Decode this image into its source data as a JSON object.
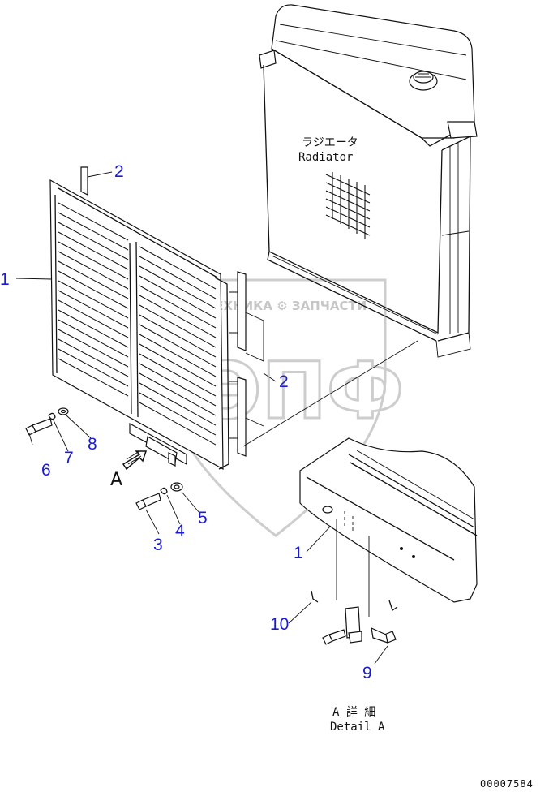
{
  "parts": [
    {
      "id": "1",
      "label": "1"
    },
    {
      "id": "2",
      "label": "2"
    },
    {
      "id": "3",
      "label": "3"
    },
    {
      "id": "4",
      "label": "4"
    },
    {
      "id": "5",
      "label": "5"
    },
    {
      "id": "6",
      "label": "6"
    },
    {
      "id": "7",
      "label": "7"
    },
    {
      "id": "8",
      "label": "8"
    },
    {
      "id": "9",
      "label": "9"
    },
    {
      "id": "10",
      "label": "10"
    }
  ],
  "radiator": {
    "label_jp": "ラジエータ",
    "label_en": "Radiator"
  },
  "view_marker": "A",
  "detail": {
    "label_jp": "A 詳 細",
    "label_en": "Detail A"
  },
  "watermark": {
    "text": "ТЕХНИКА ⚙ ЗАПЧАСТИ",
    "logo": "ЭПФ"
  },
  "drawing_number": "00007584",
  "colors": {
    "callout": "#1a1ad6",
    "line": "#111111",
    "watermark": "#c8c8c8"
  }
}
